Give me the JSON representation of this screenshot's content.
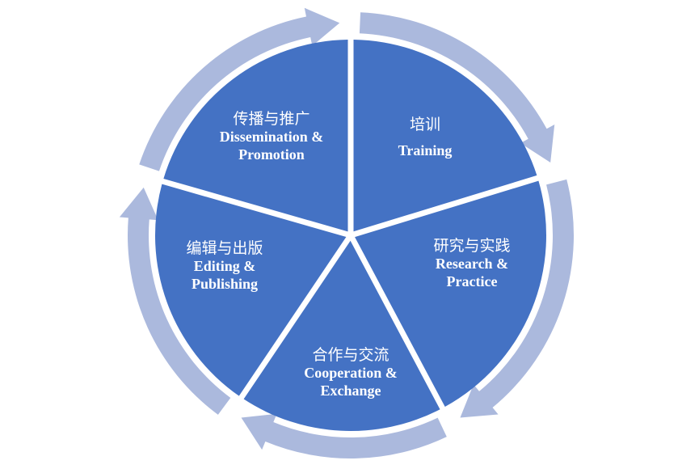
{
  "colors": {
    "segment_fill": "#4472c4",
    "arrow_fill": "#abb9dd",
    "gap": "#ffffff",
    "text": "#ffffff"
  },
  "segments": [
    {
      "id": "training",
      "zh": "培训",
      "en_lines": [
        "Training"
      ]
    },
    {
      "id": "research-practice",
      "zh": "研究与实践",
      "en_lines": [
        "Research &",
        "Practice"
      ]
    },
    {
      "id": "cooperation-exchange",
      "zh": "合作与交流",
      "en_lines": [
        "Cooperation &",
        "Exchange"
      ]
    },
    {
      "id": "editing-publishing",
      "zh": "编辑与出版",
      "en_lines": [
        "Editing &",
        "Publishing"
      ]
    },
    {
      "id": "dissemination-promotion",
      "zh": "传播与推广",
      "en_lines": [
        "Dissemination &",
        "Promotion"
      ]
    }
  ]
}
